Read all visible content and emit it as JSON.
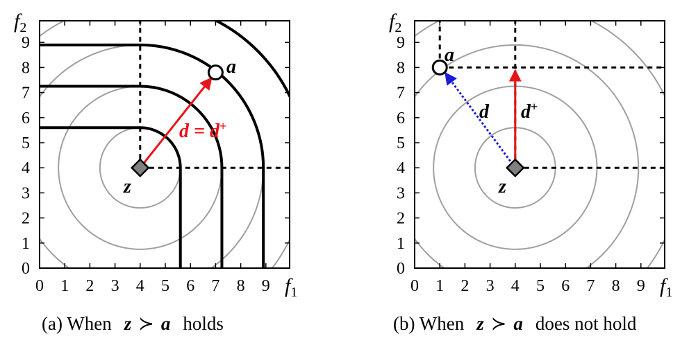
{
  "panels": [
    {
      "id": "a",
      "axis_x": {
        "name": "f",
        "sub": "1"
      },
      "axis_y": {
        "name": "f",
        "sub": "2"
      },
      "xticks": [
        "0",
        "1",
        "2",
        "3",
        "4",
        "5",
        "6",
        "7",
        "8",
        "9"
      ],
      "yticks": [
        "0",
        "1",
        "2",
        "3",
        "4",
        "5",
        "6",
        "7",
        "8",
        "9"
      ],
      "z_label": "z",
      "a_label": "a",
      "z_point": [
        4,
        4
      ],
      "a_point": [
        7,
        7.8
      ],
      "vector_label": {
        "main": "d = d",
        "sup": "+"
      },
      "caption": {
        "prefix": "(a) When",
        "z": "z",
        "rel": "≻",
        "a": "a",
        "suffix": "holds"
      }
    },
    {
      "id": "b",
      "axis_x": {
        "name": "f",
        "sub": "1"
      },
      "axis_y": {
        "name": "f",
        "sub": "2"
      },
      "xticks": [
        "0",
        "1",
        "2",
        "3",
        "4",
        "5",
        "6",
        "7",
        "8",
        "9"
      ],
      "yticks": [
        "0",
        "1",
        "2",
        "3",
        "4",
        "5",
        "6",
        "7",
        "8",
        "9"
      ],
      "z_label": "z",
      "a_label": "a",
      "z_point": [
        4,
        4
      ],
      "a_point": [
        1,
        8
      ],
      "d_label": "d",
      "dplus_label": {
        "main": "d",
        "sup": "+"
      },
      "caption": {
        "prefix": "(b) When",
        "z": "z",
        "rel": "≻",
        "a": "a",
        "suffix": "does not hold"
      }
    }
  ],
  "colors": {
    "gray_circle": "#a0a0a0",
    "red_vector": "#e8141a",
    "blue_vector": "#1a1adc",
    "marker_fill": "#808080"
  }
}
